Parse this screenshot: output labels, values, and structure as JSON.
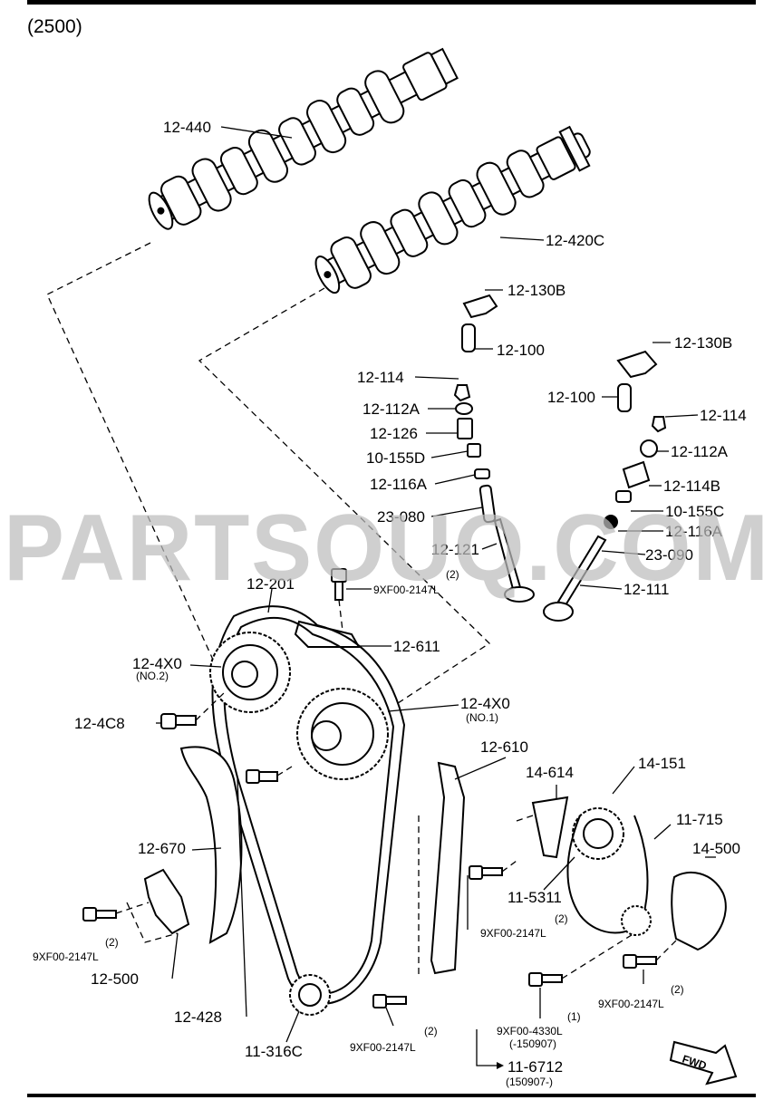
{
  "diagram": {
    "group_code": "(2500)",
    "watermark": "PARTSOUQ.COM",
    "fwd_label": "FWD",
    "callouts": [
      {
        "code": "12-440"
      },
      {
        "code": "12-420C"
      },
      {
        "code": "12-130B"
      },
      {
        "code": "12-100"
      },
      {
        "code": "12-130B"
      },
      {
        "code": "12-100"
      },
      {
        "code": "12-114"
      },
      {
        "code": "12-112A"
      },
      {
        "code": "12-126"
      },
      {
        "code": "10-155D"
      },
      {
        "code": "12-116A"
      },
      {
        "code": "23-080"
      },
      {
        "code": "12-121"
      },
      {
        "code": "12-114"
      },
      {
        "code": "12-112A"
      },
      {
        "code": "12-114B"
      },
      {
        "code": "10-155C"
      },
      {
        "code": "12-116A"
      },
      {
        "code": "23-090"
      },
      {
        "code": "12-111"
      },
      {
        "code": "12-201"
      },
      {
        "code": "9XF00-2147L",
        "qty": "(2)"
      },
      {
        "code": "12-611"
      },
      {
        "code": "12-4X0",
        "note": "(NO.2)"
      },
      {
        "code": "12-4X0",
        "note": "(NO.1)"
      },
      {
        "code": "12-4C8"
      },
      {
        "code": "12-610"
      },
      {
        "code": "14-614"
      },
      {
        "code": "14-151"
      },
      {
        "code": "11-715"
      },
      {
        "code": "14-500"
      },
      {
        "code": "12-670"
      },
      {
        "code": "11-5311"
      },
      {
        "code": "9XF00-2147L",
        "qty": "(2)"
      },
      {
        "code": "9XF00-2147L",
        "qty": "(2)"
      },
      {
        "code": "9XF00-2147L",
        "qty": "(2)"
      },
      {
        "code": "12-500"
      },
      {
        "code": "12-428"
      },
      {
        "code": "11-316C"
      },
      {
        "code": "9XF00-2147L",
        "qty": "(2)"
      },
      {
        "code": "9XF00-4330L",
        "qty": "(1)",
        "note": "(-150907)"
      },
      {
        "code": "11-6712",
        "note": "(150907-)"
      }
    ]
  }
}
